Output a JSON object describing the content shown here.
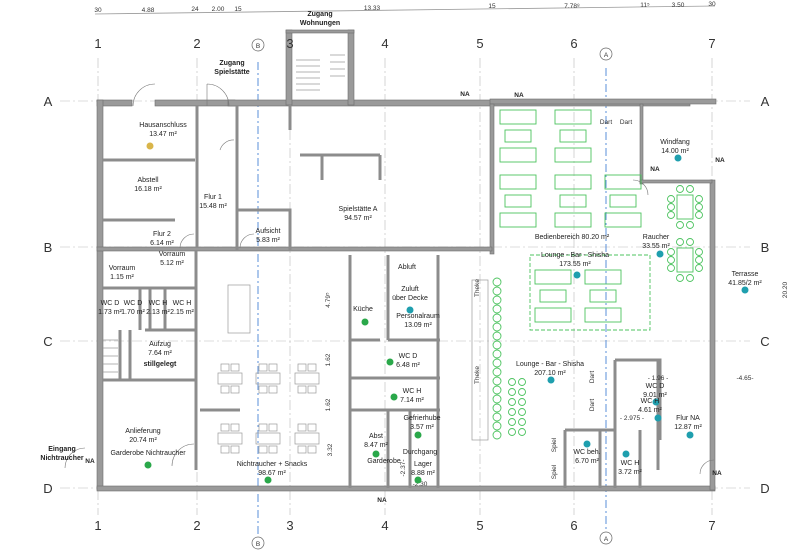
{
  "title": "Grundriss Erdgeschoss",
  "grid_columns": [
    "1",
    "2",
    "3",
    "4",
    "5",
    "6",
    "7"
  ],
  "grid_rows": [
    "A",
    "B",
    "C",
    "D"
  ],
  "section_marks": {
    "b": "B",
    "a": "A"
  },
  "top_dims": {
    "d30a": "30",
    "d488": "4.88",
    "d24": "24",
    "d200": "2.00",
    "d15a": "15",
    "d1333": "13.33",
    "d15b": "15",
    "d778": "7.78⁸",
    "d11": "11⁵",
    "d350": "3.50",
    "d30b": "30"
  },
  "other_dims": {
    "d479": "4.79⁵",
    "d162a": "1.62",
    "d162b": "1.62",
    "d332": "3.32",
    "d196": "- 1.96 -",
    "d465": "-4.65-",
    "d2020": "20.20",
    "d230": "-2.30",
    "d2975": "- 2.975 -",
    "d237": "-2.37-"
  },
  "rooms": {
    "zugang_wohnungen": {
      "name": "Zugang",
      "name2": "Wohnungen"
    },
    "zugang_spiel": {
      "name": "Zugang",
      "name2": "Spielstätte"
    },
    "hausanschluss": {
      "name": "Hausanschluss",
      "area": "13.47 m²"
    },
    "abstell": {
      "name": "Abstell",
      "area": "16.18 m²"
    },
    "flur1": {
      "name": "Flur 1",
      "area": "15.48 m²"
    },
    "flur2": {
      "name": "Flur 2",
      "area": "6.14 m²"
    },
    "aufsicht": {
      "name": "Aufsicht",
      "area": "5.83 m²"
    },
    "spielstaette": {
      "name": "Spielstätte A",
      "area": "94.57 m²"
    },
    "vorraum1": {
      "name": "Vorraum",
      "area": "5.12 m²"
    },
    "vorraum2": {
      "name": "Vorraum",
      "area": "1.15 m²"
    },
    "wcd1": {
      "name": "WC D",
      "area": "1.73 m²"
    },
    "wcd2": {
      "name": "WC D",
      "area": "1.70 m²"
    },
    "wch1": {
      "name": "WC H",
      "area": "2.13 m²"
    },
    "wch2": {
      "name": "WC H",
      "area": "2.15 m²"
    },
    "aufzug": {
      "name": "Aufzug",
      "area": "7.64 m²",
      "note": "stillgelegt"
    },
    "anlieferung": {
      "name": "Anlieferung",
      "area": "20.74 m²"
    },
    "garderobe_nr": {
      "name": "Garderobe Nichtraucher"
    },
    "eingang_nr": {
      "name": "Eingang",
      "name2": "Nichtraucher"
    },
    "nichtraucher": {
      "name": "Nichtraucher + Snacks",
      "area": "98.67 m²"
    },
    "kueche": {
      "name": "Küche"
    },
    "abluft": {
      "name": "Abluft"
    },
    "zuluft": {
      "name": "Zuluft",
      "name2": "über Decke"
    },
    "personal": {
      "name": "Personalraum",
      "area": "13.09 m²"
    },
    "wcd_648": {
      "name": "WC D",
      "area": "6.48 m²"
    },
    "wch_714": {
      "name": "WC H",
      "area": "7.14 m²"
    },
    "abst": {
      "name": "Abst",
      "area": "8.47 m²"
    },
    "garderobe": {
      "name": "Garderobe"
    },
    "gefrier": {
      "name": "Gefrierhube",
      "area": "3.57 m²"
    },
    "durchgang": {
      "name": "Durchgang"
    },
    "lager": {
      "name": "Lager",
      "area": "8.88 m²"
    },
    "theke1": {
      "name": "Theke"
    },
    "theke2": {
      "name": "Theke"
    },
    "bedien": {
      "name": "Bedienbereich 80.20 m²"
    },
    "lounge1": {
      "name": "Lounge - Bar - Shisha",
      "area": "173.55 m²"
    },
    "raucher": {
      "name": "Raucher",
      "area": "33.55 m²"
    },
    "windfang": {
      "name": "Windfang",
      "area": "14.00 m²"
    },
    "terrasse": {
      "name": "Terrasse",
      "area": "41.85/2 m²"
    },
    "lounge2": {
      "name": "Lounge - Bar - Shisha",
      "area": "207.10 m²"
    },
    "wcd_901": {
      "name": "WC D",
      "area": "9.01 m²"
    },
    "flurna": {
      "name": "Flur NA",
      "area": "12.87 m²"
    },
    "wch_461": {
      "name": "WC H",
      "area": "4.61 m²"
    },
    "wcbeh": {
      "name": "WC beh.",
      "area": "6.70 m²"
    },
    "wch_372": {
      "name": "WC H",
      "area": "3.72 m²"
    },
    "dart1": {
      "name": "Dart"
    },
    "dart2": {
      "name": "Dart"
    },
    "dart3": {
      "name": "Dart"
    },
    "dart4": {
      "name": "Dart"
    },
    "spiel1": {
      "name": "Spiel"
    },
    "spiel2": {
      "name": "Spiel"
    }
  },
  "na_label": "NA",
  "colors": {
    "wall": "#9a9a9a",
    "furniture": "#4cc35f",
    "marker_teal": "#1f9fae",
    "marker_green": "#2aa84a",
    "axis": "#5a8fd8",
    "marker_yellow": "#d9b54a"
  }
}
